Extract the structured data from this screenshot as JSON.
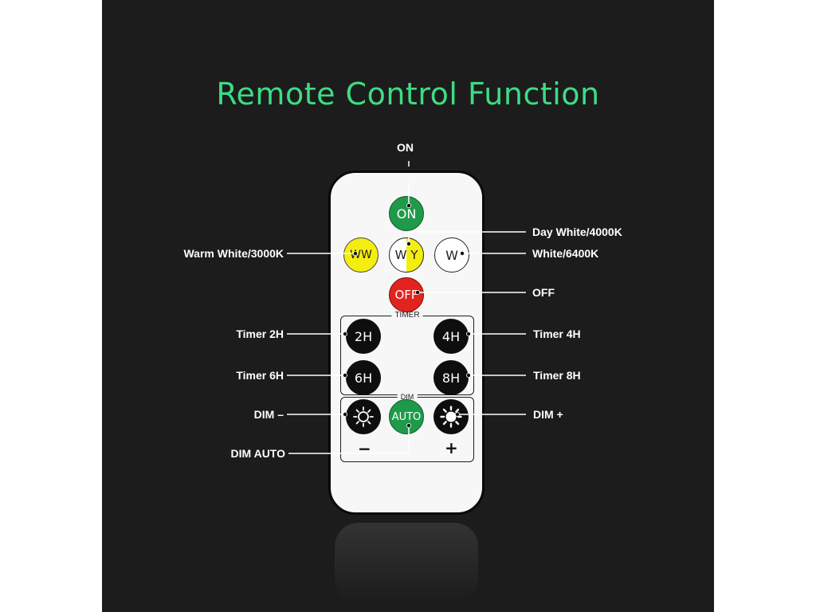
{
  "title": "Remote Control Function",
  "colors": {
    "title": "#3ddc84",
    "background": "#1c1c1c",
    "on_green": "#1e9a4a",
    "off_red": "#e3231d",
    "warm_yellow": "#f4ee10"
  },
  "remote": {
    "on": "ON",
    "ww": "WW",
    "wy": "W Y",
    "w": "W",
    "off": "OFF",
    "timer_group": "TIMER",
    "t2": "2H",
    "t4": "4H",
    "t6": "6H",
    "t8": "8H",
    "dim_group": "DIM",
    "dim_minus_icon": "sun-outline-icon",
    "auto": "AUTO",
    "dim_plus_icon": "sun-filled-icon",
    "minus": "−",
    "plus": "+"
  },
  "callouts": {
    "on": "ON",
    "day_white": "Day White/4000K",
    "warm_white": "Warm White/3000K",
    "white": "White/6400K",
    "off": "OFF",
    "timer2": "Timer 2H",
    "timer4": "Timer 4H",
    "timer6": "Timer 6H",
    "timer8": "Timer 8H",
    "dim_minus": "DIM –",
    "dim_plus": "DIM +",
    "dim_auto": "DIM AUTO"
  }
}
